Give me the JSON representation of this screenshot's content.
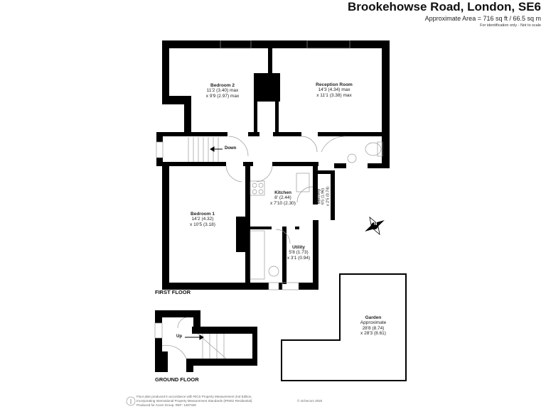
{
  "header": {
    "title": "Brookehowse Road, London, SE6",
    "area": "Approximate Area = 716 sq ft / 66.5 sq m",
    "disclaimer": "For identification only - Not to scale"
  },
  "rooms": {
    "bedroom2": {
      "name": "Bedroom 2",
      "dim1": "11'2 (3.40) max",
      "dim2": "x 9'9 (2.97) max"
    },
    "reception": {
      "name": "Reception Room",
      "dim1": "14'3 (4.34) max",
      "dim2": "x 11'1 (3.38) max"
    },
    "bedroom1": {
      "name": "Bedroom 1",
      "dim1": "14'2 (4.32)",
      "dim2": "x 10'5 (3.18)"
    },
    "kitchen": {
      "name": "Kitchen",
      "dim1": "8' (2.44)",
      "dim2": "x 7'10 (2.30)"
    },
    "balcony": {
      "name": "Balcony",
      "dim1": "6'5 (1.96)",
      "dim2": "x 2'5 (0.74)"
    },
    "utility": {
      "name": "Utility",
      "dim1": "5'8 (1.73)",
      "dim2": "x 3'1 (0.94)"
    },
    "garden": {
      "name": "Garden",
      "note": "Approximate",
      "dim1": "28'8 (8.74)",
      "dim2": "x 28'3 (8.61)"
    }
  },
  "labels": {
    "down": "Down",
    "up": "Up",
    "first_floor": "FIRST FLOOR",
    "ground_floor": "GROUND FLOOR",
    "compass": "N"
  },
  "footer": {
    "line1": "Floor plan produced in accordance with RICS Property Measurement 2nd Edition,",
    "line2": "Incorporating International Property Measurement Standards (IPMS2 Residential).",
    "line3": "Produced for Acorn Group.   REF: 1287328",
    "copyright": "© nichecom 2025"
  }
}
